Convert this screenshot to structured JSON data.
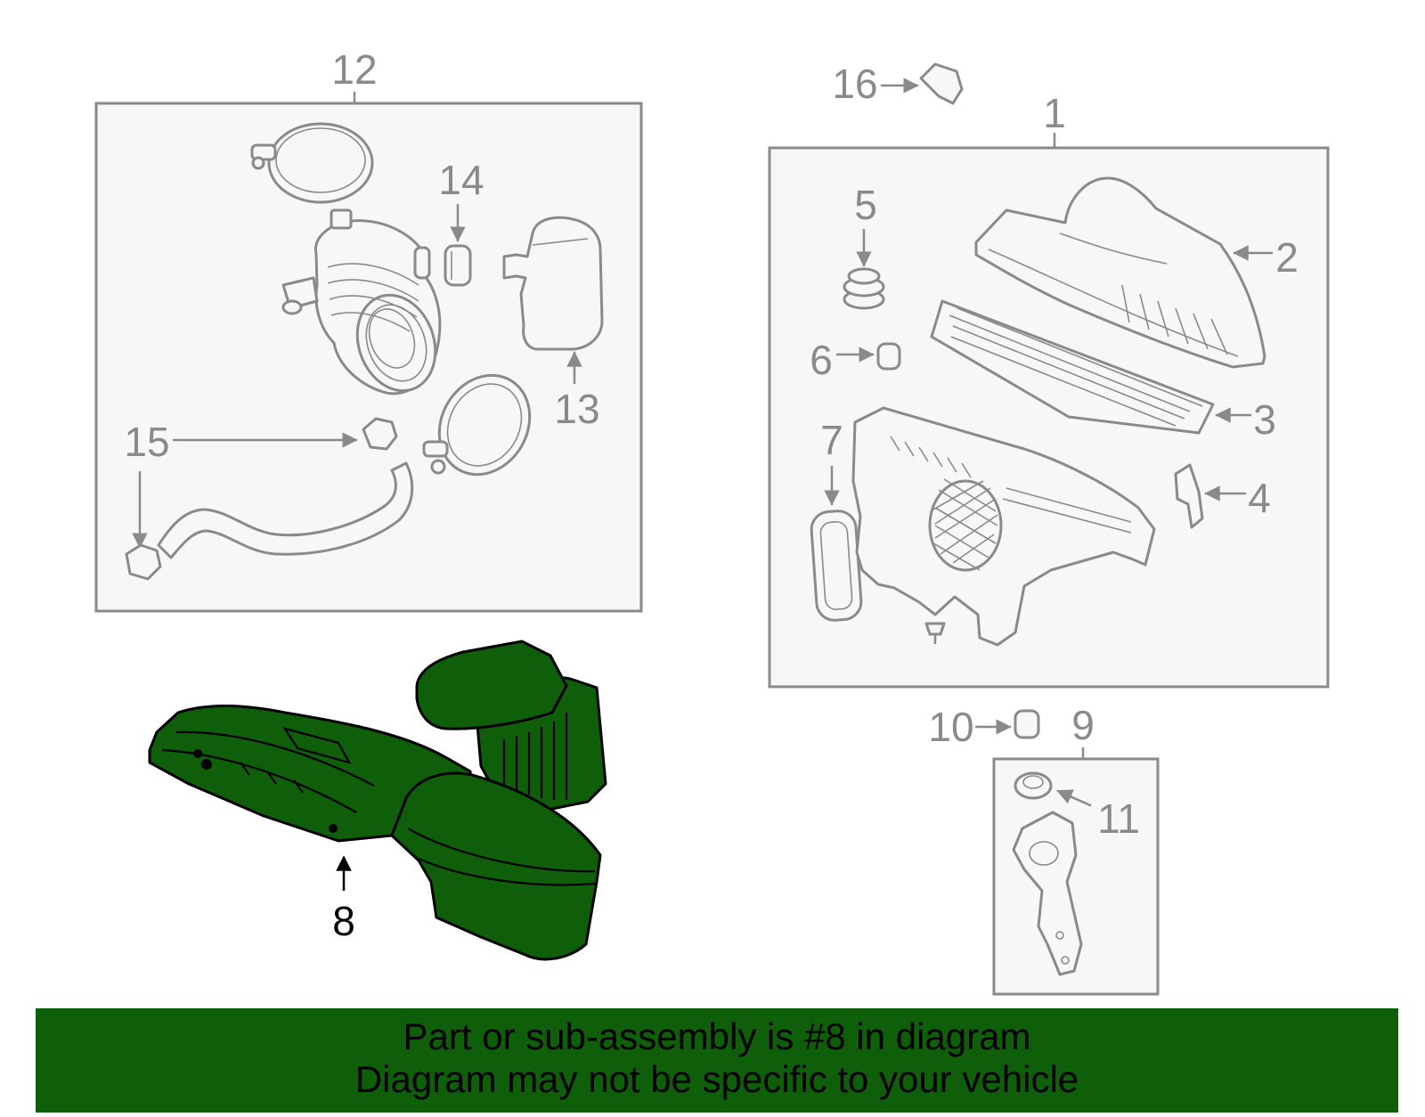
{
  "diagram": {
    "highlight_color": "#0f5e0a",
    "line_color": "#8a8a8a",
    "callouts": [
      "1",
      "2",
      "3",
      "4",
      "5",
      "6",
      "7",
      "8",
      "9",
      "10",
      "11",
      "12",
      "13",
      "14",
      "15",
      "16"
    ],
    "highlighted_part": "8"
  },
  "banner": {
    "line1": "Part or sub-assembly is #8 in diagram",
    "line2": "Diagram may not be specific to your vehicle"
  }
}
